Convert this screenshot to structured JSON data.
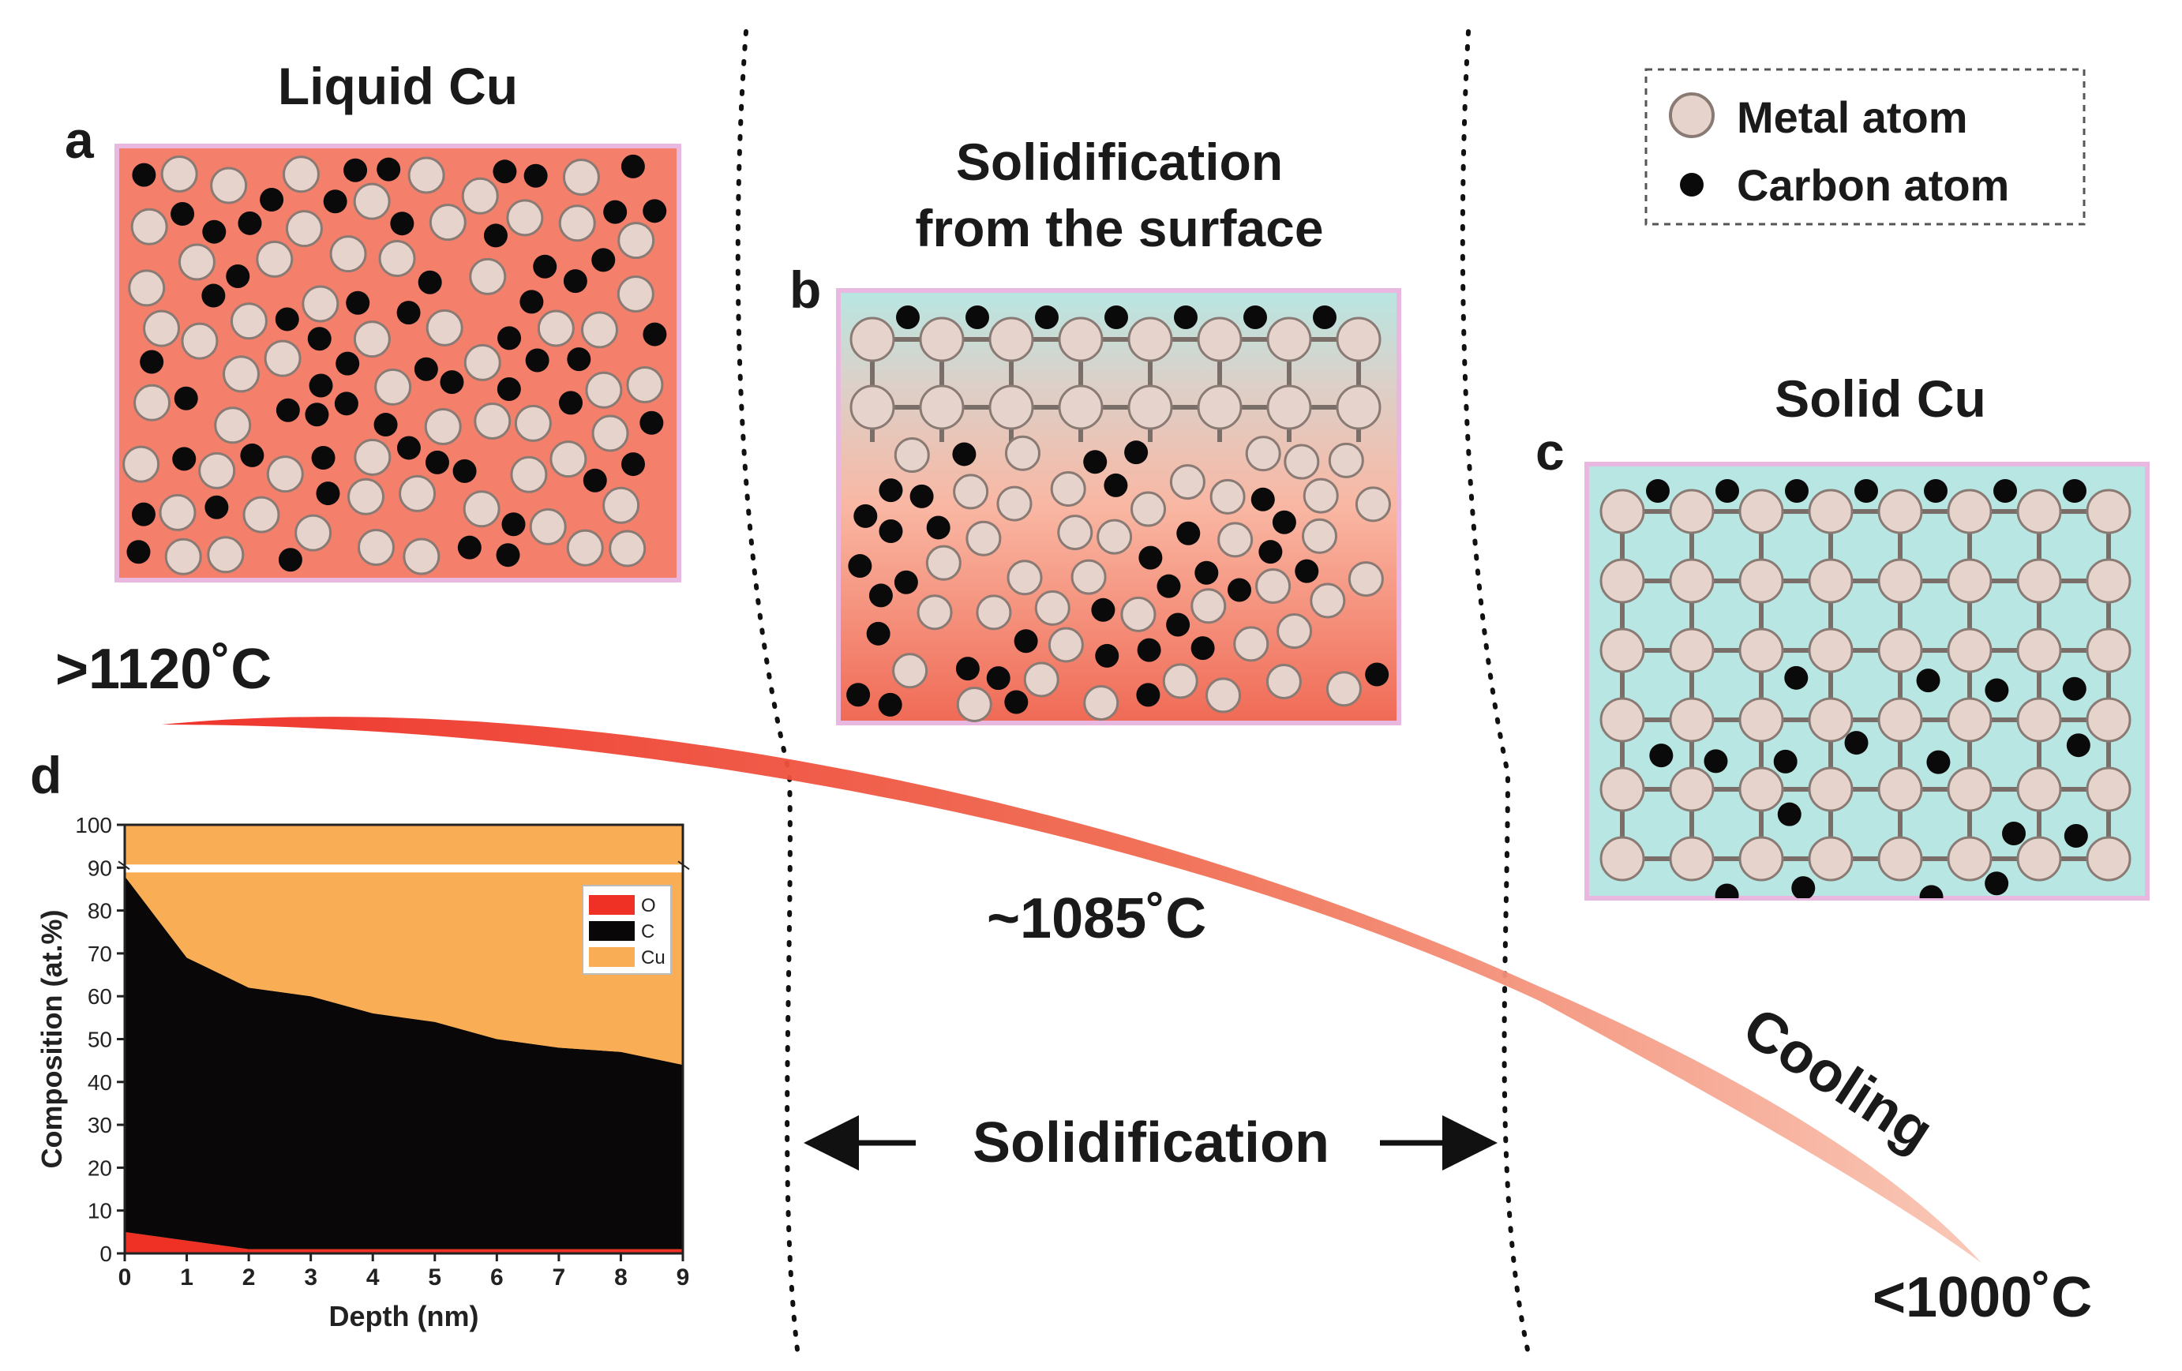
{
  "panels": {
    "a": {
      "letter": "a",
      "title": "Liquid Cu"
    },
    "b": {
      "letter": "b",
      "title_line1": "Solidification",
      "title_line2": "from the surface"
    },
    "c": {
      "letter": "c",
      "title": "Solid Cu"
    },
    "d": {
      "letter": "d"
    }
  },
  "legend": {
    "metal": "Metal atom",
    "carbon": "Carbon atom"
  },
  "temperatures": {
    "high": ">1120˚C",
    "mid": "~1085˚C",
    "low": "<1000˚C"
  },
  "labels": {
    "cooling": "Cooling",
    "solidification": "Solidification"
  },
  "colors": {
    "liquid": "#f4806b",
    "solid": "#b8e6e2",
    "frame": "#e8b8e0",
    "metal": "#e6d4cc",
    "metal_stroke": "#8a7a74",
    "carbon": "#0a0a0a",
    "bond": "#7a6e68",
    "cu_area": "#f9ae56",
    "c_area": "#0a0708",
    "o_area": "#ee3124"
  },
  "chart_data": {
    "type": "area",
    "xlabel": "Depth (nm)",
    "ylabel": "Composition (at.%)",
    "x": [
      0,
      1,
      2,
      3,
      4,
      5,
      6,
      7,
      8,
      9
    ],
    "xticks": [
      "0",
      "1",
      "2",
      "3",
      "4",
      "5",
      "6",
      "7",
      "8",
      "9"
    ],
    "yticks": [
      "0",
      "10",
      "20",
      "30",
      "40",
      "50",
      "60",
      "70",
      "80",
      "90",
      "100"
    ],
    "xlim": [
      0,
      9
    ],
    "ylim": [
      0,
      100
    ],
    "axis_break": "between 80 and 90",
    "stacked": true,
    "series": [
      {
        "name": "O",
        "values": [
          5,
          3,
          1,
          1,
          1,
          1,
          1,
          1,
          1,
          1
        ]
      },
      {
        "name": "C",
        "values": [
          83,
          66,
          61,
          59,
          55,
          53,
          49,
          47,
          46,
          43
        ]
      },
      {
        "name": "Cu",
        "values": [
          12,
          31,
          38,
          40,
          44,
          46,
          50,
          52,
          53,
          56
        ]
      }
    ],
    "legend_position": "top-right"
  }
}
